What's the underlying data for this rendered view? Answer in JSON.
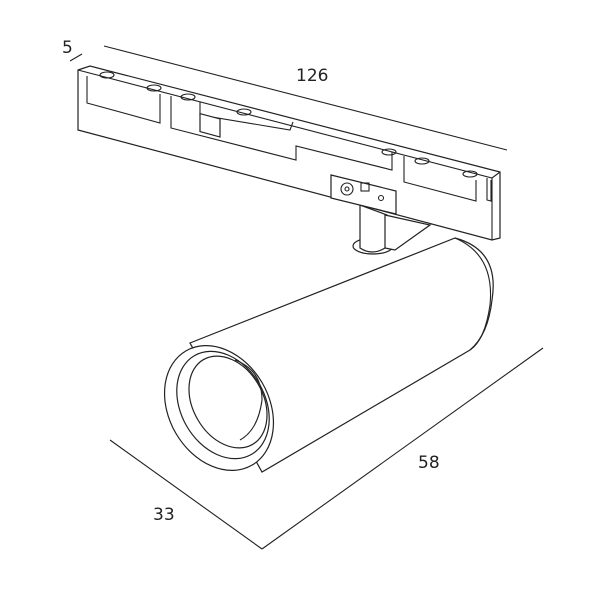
{
  "dimensions": {
    "length": "126",
    "rail_depth": "5",
    "projection": "58",
    "diameter": "33"
  },
  "colors": {
    "line": "#222222",
    "background": "#ffffff"
  }
}
